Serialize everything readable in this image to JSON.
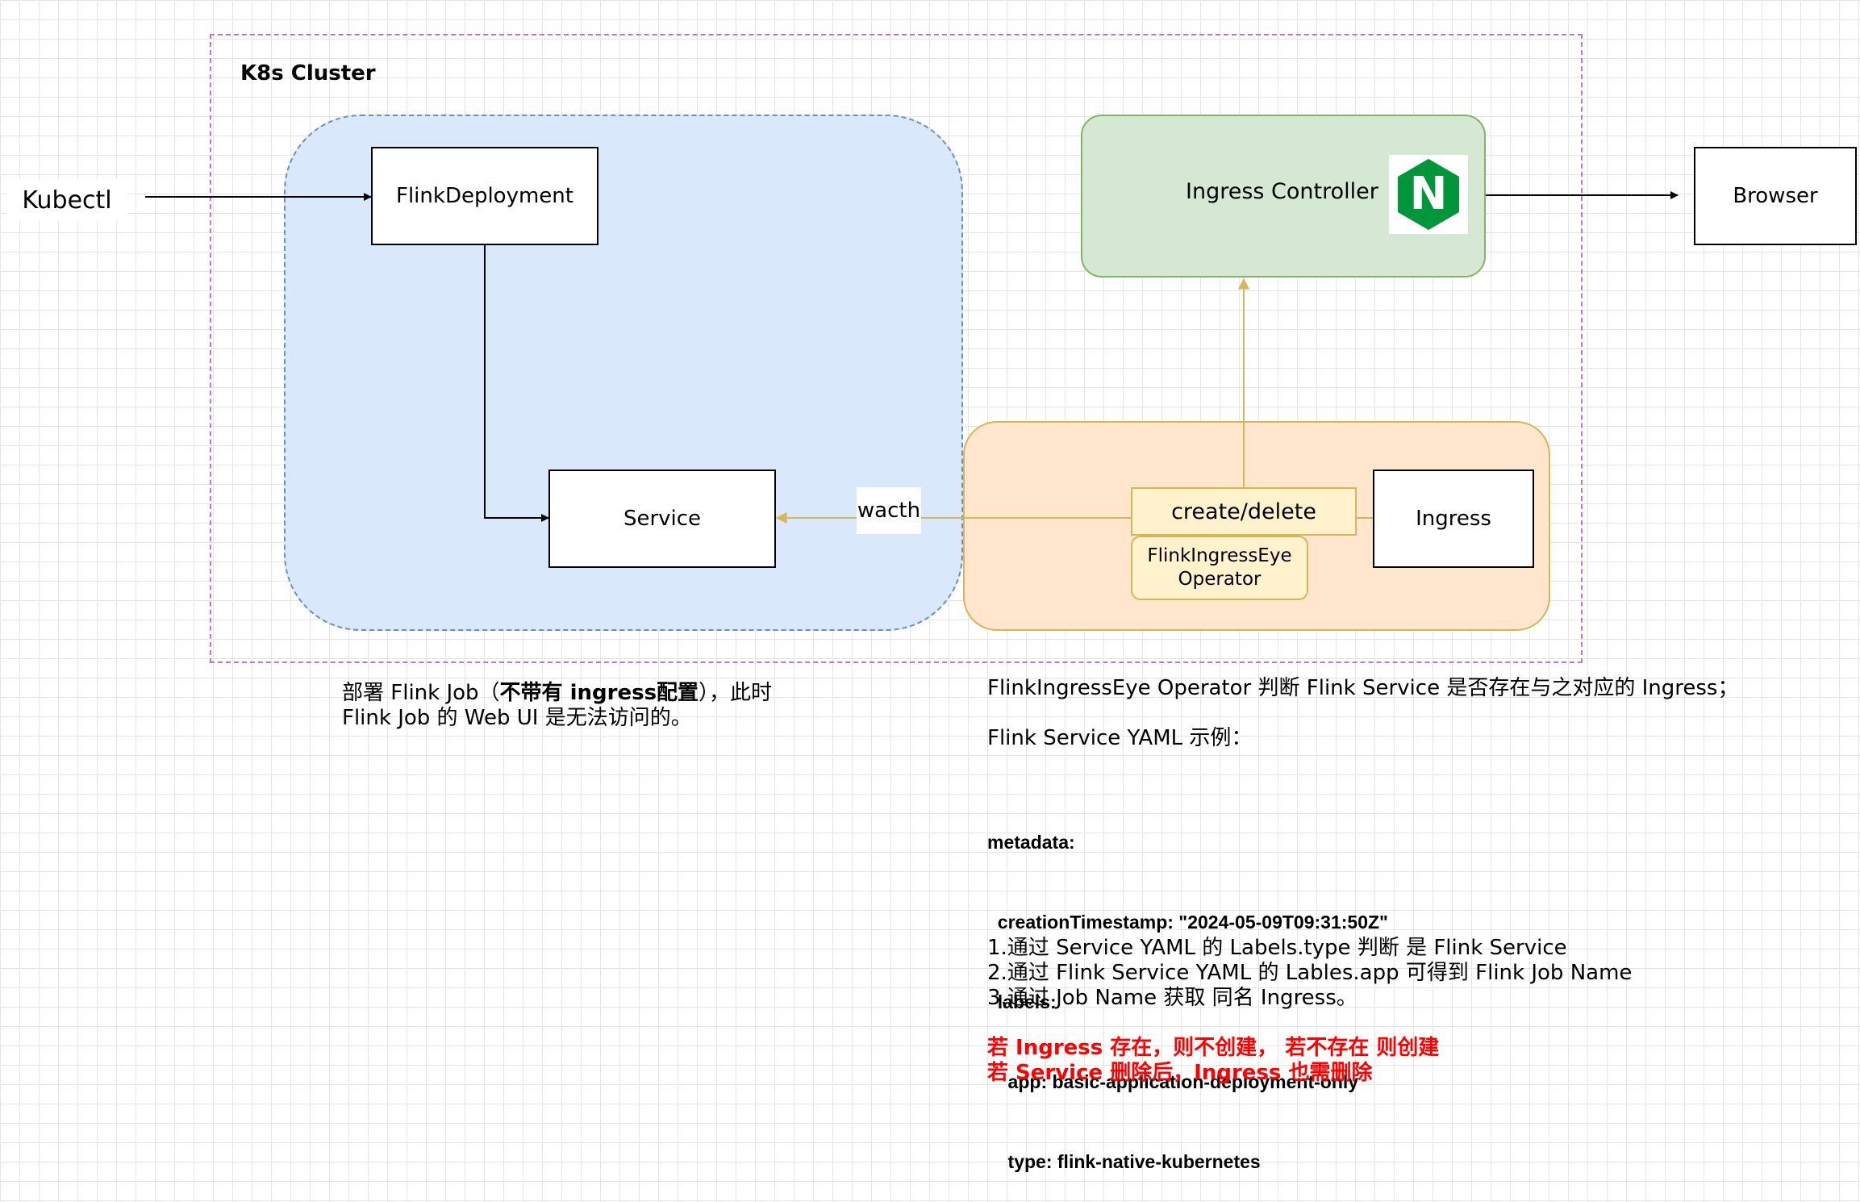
{
  "cluster": {
    "label": "K8s Cluster"
  },
  "nodes": {
    "kubectl": "Kubectl",
    "flink_deployment": "FlinkDeployment",
    "service": "Service",
    "wacth": "wacth",
    "create_delete": "create/delete",
    "operator_line1": "FlinkIngressEye",
    "operator_line2": "Operator",
    "ingress": "Ingress",
    "ingress_controller": "Ingress Controller",
    "nginx_letter": "N",
    "browser": "Browser"
  },
  "colors": {
    "cluster_border": "#b07cc6",
    "blue_fill": "#dae8fc",
    "orange_fill": "#ffe6cc",
    "green_fill": "#d5e8d4",
    "yellow_fill": "#fff2cc",
    "yellow_stroke": "#d6b656",
    "nginx_green": "#009639",
    "warning_red": "#ff0000"
  },
  "icons": {
    "nginx": "nginx-logo-icon"
  },
  "left_note": {
    "line1_prefix": "部署 Flink Job（",
    "line1_bold": "不带有 ingress配置",
    "line1_suffix": "），此时",
    "line2": "Flink Job 的 Web UI 是无法访问的。"
  },
  "right_note": {
    "intro": "FlinkIngressEye Operator  判断 Flink Service 是否存在与之对应的 Ingress；",
    "yaml_title": "Flink Service YAML 示例：",
    "yaml_lines": [
      "metadata:",
      "  creationTimestamp: \"2024-05-09T09:31:50Z\"",
      "  labels:",
      "    app: basic-application-deployment-only",
      "    type: flink-native-kubernetes"
    ],
    "steps": [
      "1.通过 Service YAML 的 Labels.type 判断 是 Flink Service",
      "2.通过 Flink Service YAML 的 Lables.app 可得到 Flink Job Name",
      "3.通过 Job Name 获取 同名 Ingress。"
    ],
    "warnings": [
      "若 Ingress 存在，则不创建，  若不存在 则创建",
      "若 Service 删除后，Ingress 也需删除"
    ]
  }
}
